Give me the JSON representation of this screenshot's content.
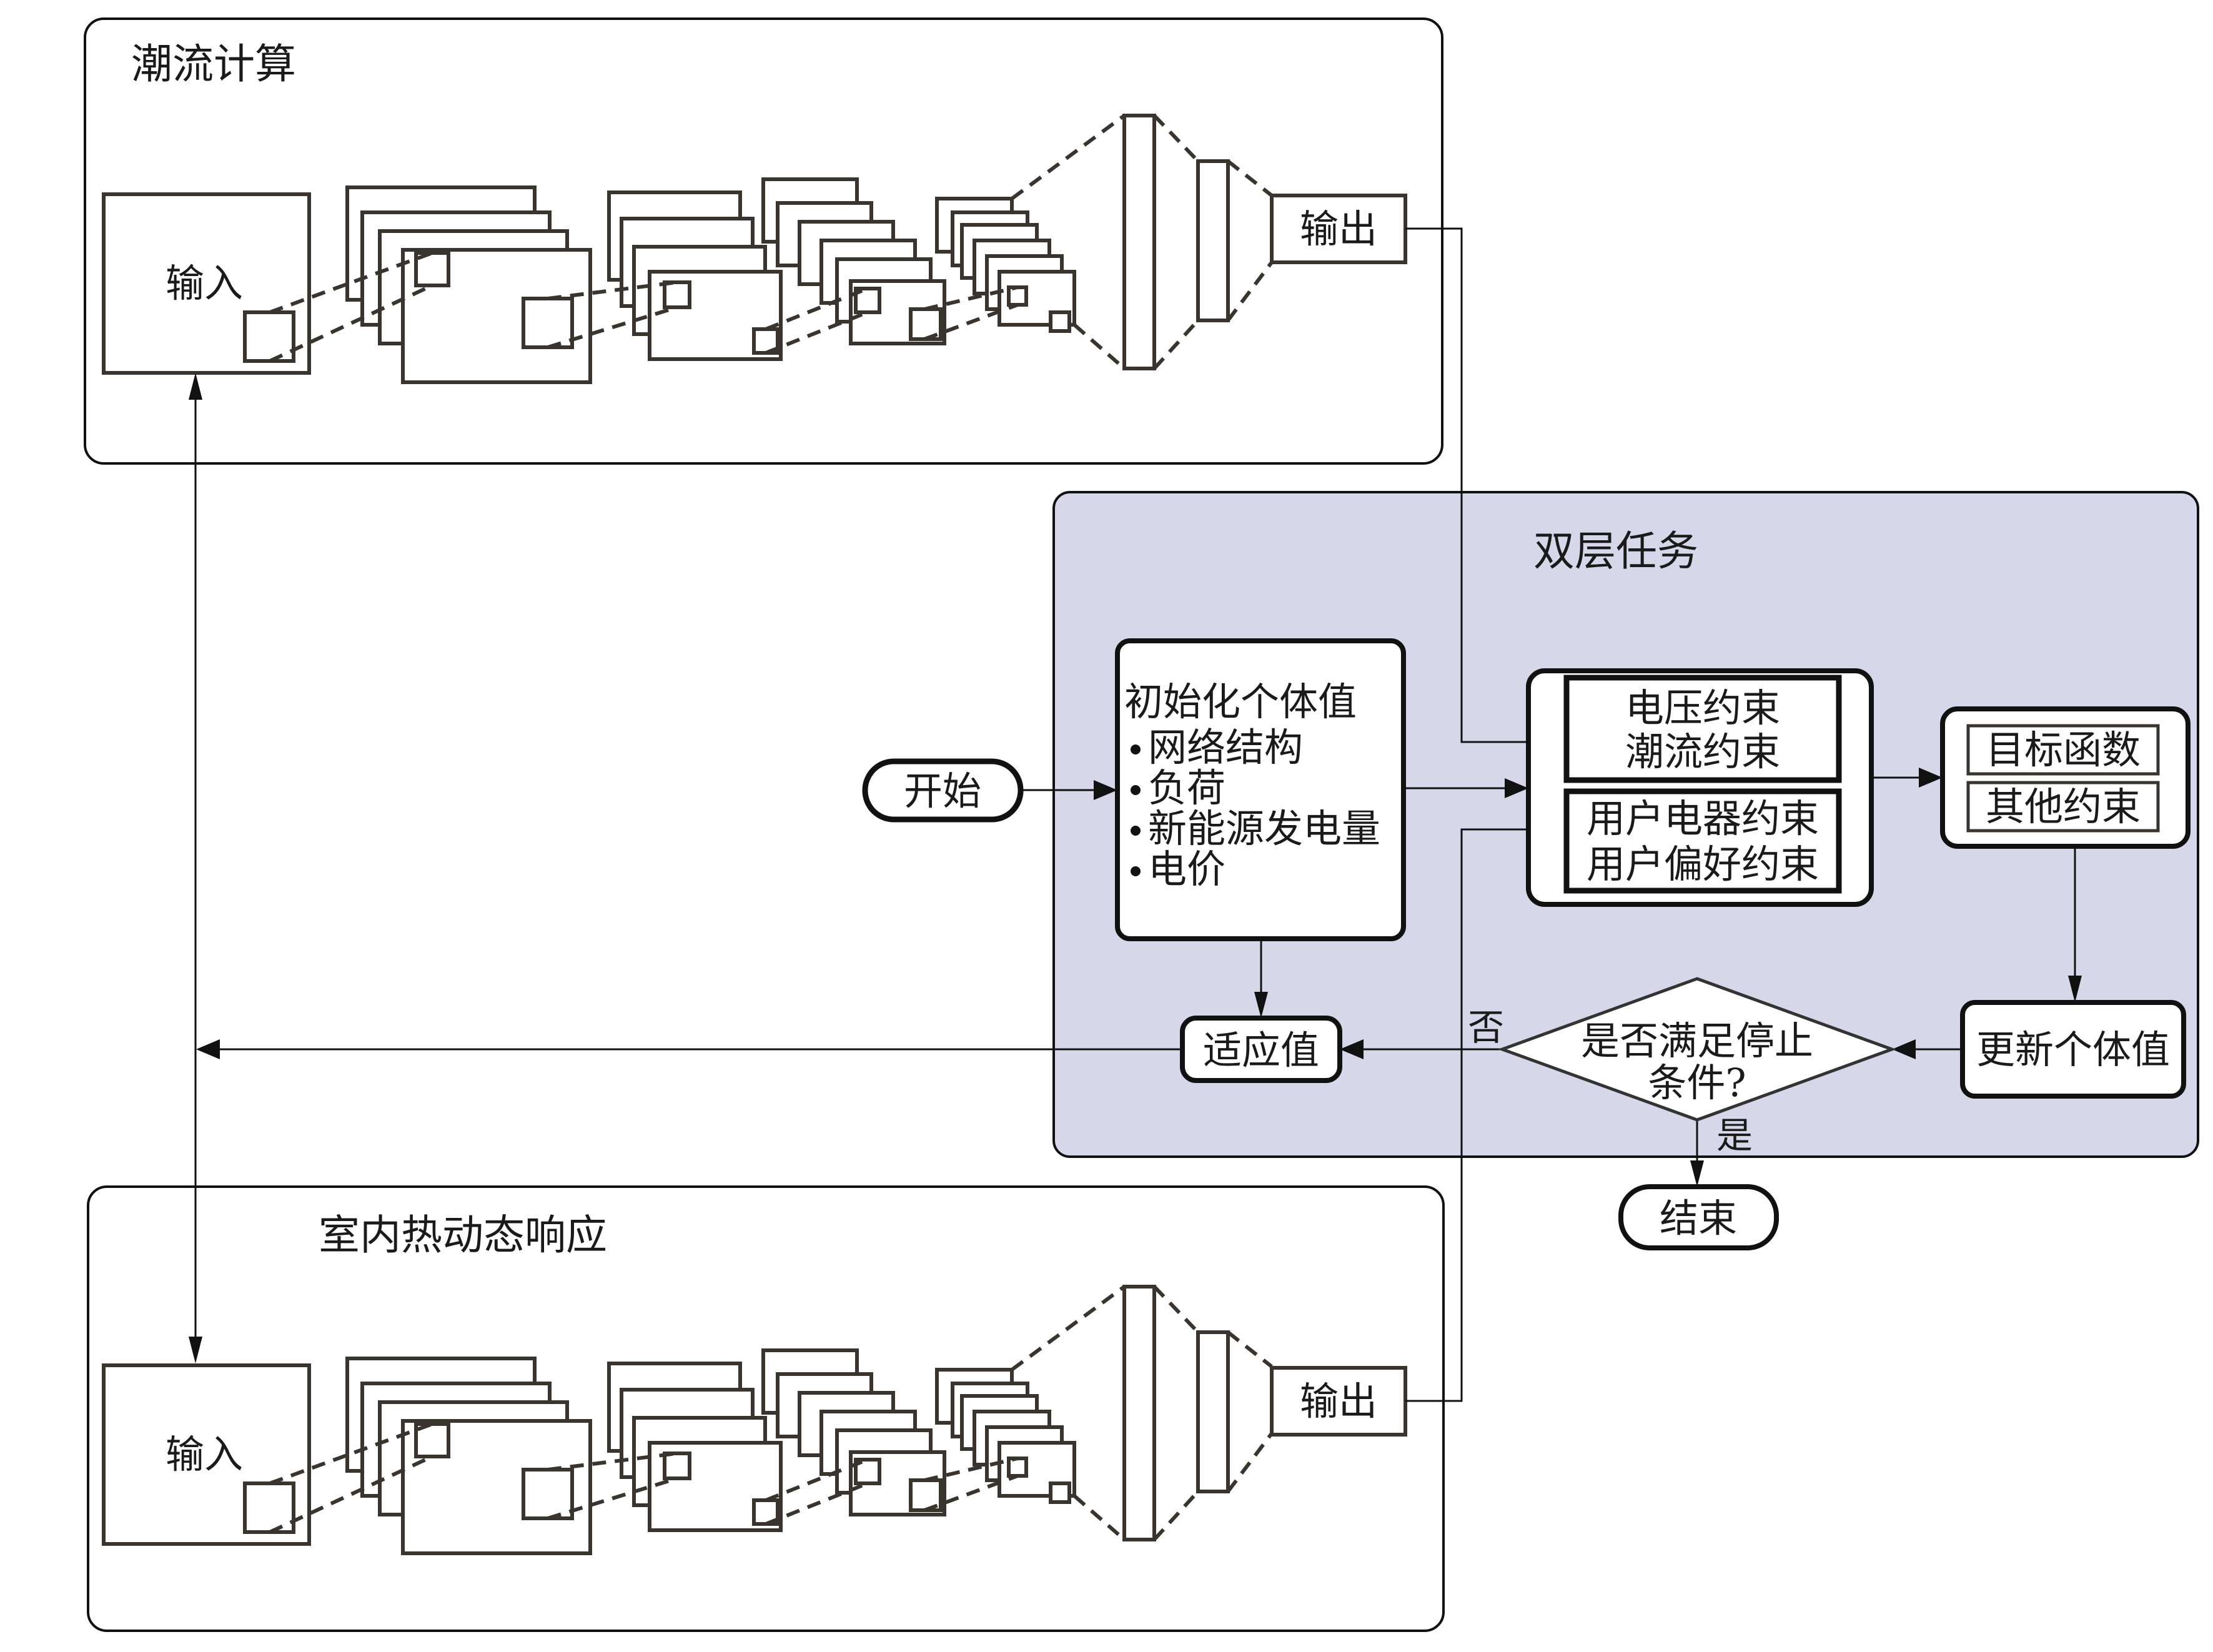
{
  "panels": {
    "power_flow": {
      "title": "潮流计算",
      "input_label": "输入",
      "output_label": "输出"
    },
    "bilevel": {
      "title": "双层任务"
    },
    "thermal": {
      "title": "室内热动态响应",
      "input_label": "输入",
      "output_label": "输出"
    }
  },
  "flow": {
    "start": "开始",
    "init": {
      "title": "初始化个体值",
      "bullets": [
        "网络结构",
        "负荷",
        "新能源发电量",
        "电价"
      ]
    },
    "constraints_grid": [
      "电压约束",
      "潮流约束"
    ],
    "constraints_user": [
      "用户电器约束",
      "用户偏好约束"
    ],
    "objective": "目标函数",
    "other_constraints": "其他约束",
    "update": "更新个体值",
    "decision": [
      "是否满足停止",
      "条件?"
    ],
    "decision_no": "否",
    "decision_yes": "是",
    "fitness": "适应值",
    "end": "结束"
  },
  "colors": {
    "panel_bilevel_bg": "#d6d7e9",
    "line": "#111111",
    "cnn_stroke": "#3a342f"
  }
}
